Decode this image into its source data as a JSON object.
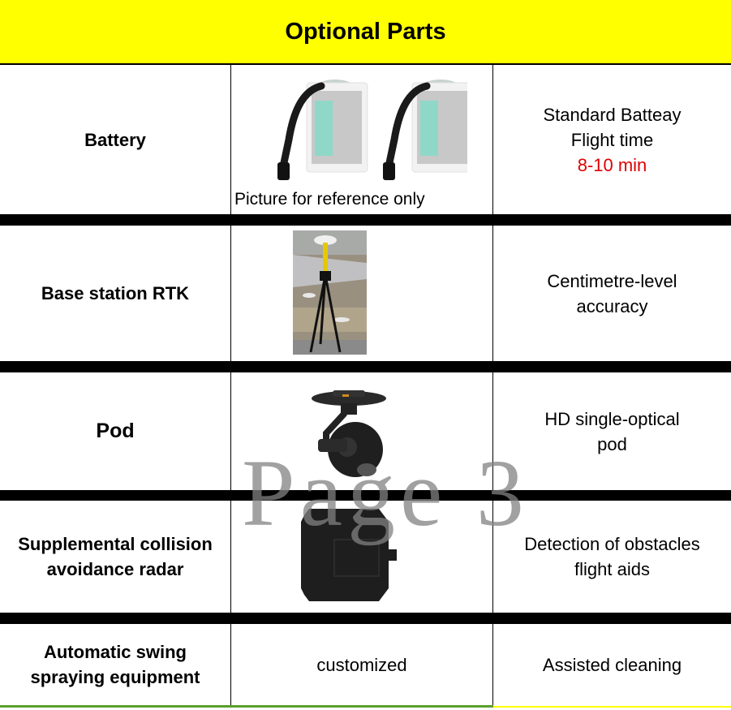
{
  "title": "Optional Parts",
  "watermark": "Page 3",
  "colors": {
    "header_bg": "#ffff00",
    "highlight": "#e00000",
    "border": "#000000"
  },
  "rows": [
    {
      "label": "Battery",
      "image": "battery-pair-photo",
      "image_caption": "Picture for reference only",
      "description_lines": [
        "Standard Batteay",
        "Flight time"
      ],
      "highlight": "8-10 min"
    },
    {
      "label": "Base station RTK",
      "image": "rtk-tripod-photo",
      "description_lines": [
        "Centimetre-level",
        "accuracy"
      ]
    },
    {
      "label": "Pod",
      "image": "gimbal-camera-photo",
      "description_lines": [
        "HD single-optical",
        "pod"
      ]
    },
    {
      "label_lines": [
        "Supplemental collision",
        "avoidance radar"
      ],
      "image": "radar-box-photo",
      "description_lines": [
        "Detection of obstacles",
        "flight aids"
      ]
    },
    {
      "label_lines": [
        "Automatic swing",
        "spraying equipment"
      ],
      "middle_text": "customized",
      "description_lines": [
        "Assisted cleaning"
      ]
    }
  ]
}
